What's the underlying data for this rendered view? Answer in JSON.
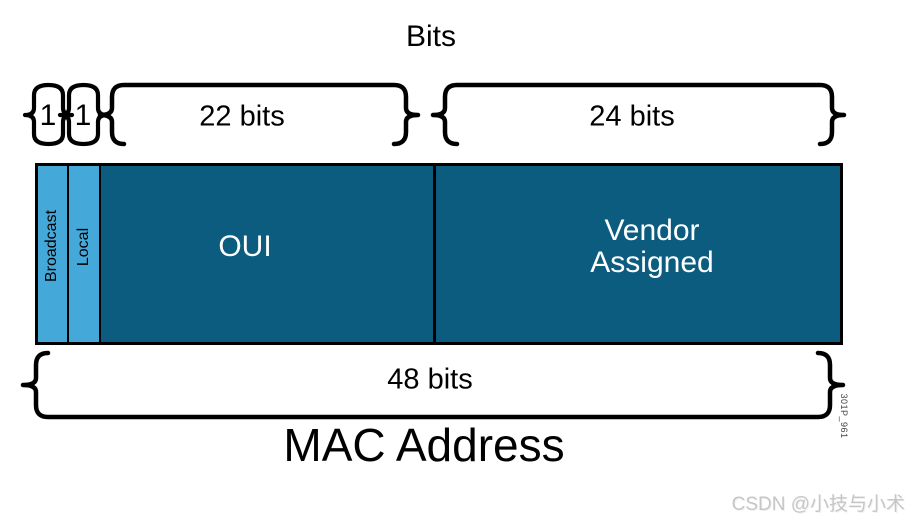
{
  "diagram": {
    "title": "Bits",
    "bit_flags": {
      "broadcast_bit": "1",
      "local_bit": "1"
    },
    "spans": {
      "oui_span": "22 bits",
      "vendor_span": "24 bits",
      "total_span": "48 bits"
    },
    "fields": {
      "broadcast": "Broadcast",
      "local": "Local",
      "oui": "OUI",
      "vendor_line1": "Vendor",
      "vendor_line2": "Assigned"
    },
    "caption": "MAC Address",
    "figure_id": "301P_961",
    "watermark": "CSDN @小技与小术",
    "colors": {
      "flag_fill": "#44a8d8",
      "field_fill": "#0c5c7f",
      "outline": "#000000",
      "label_on_dark": "#ffffff",
      "watermark_gray": "#c6c6c6"
    }
  }
}
